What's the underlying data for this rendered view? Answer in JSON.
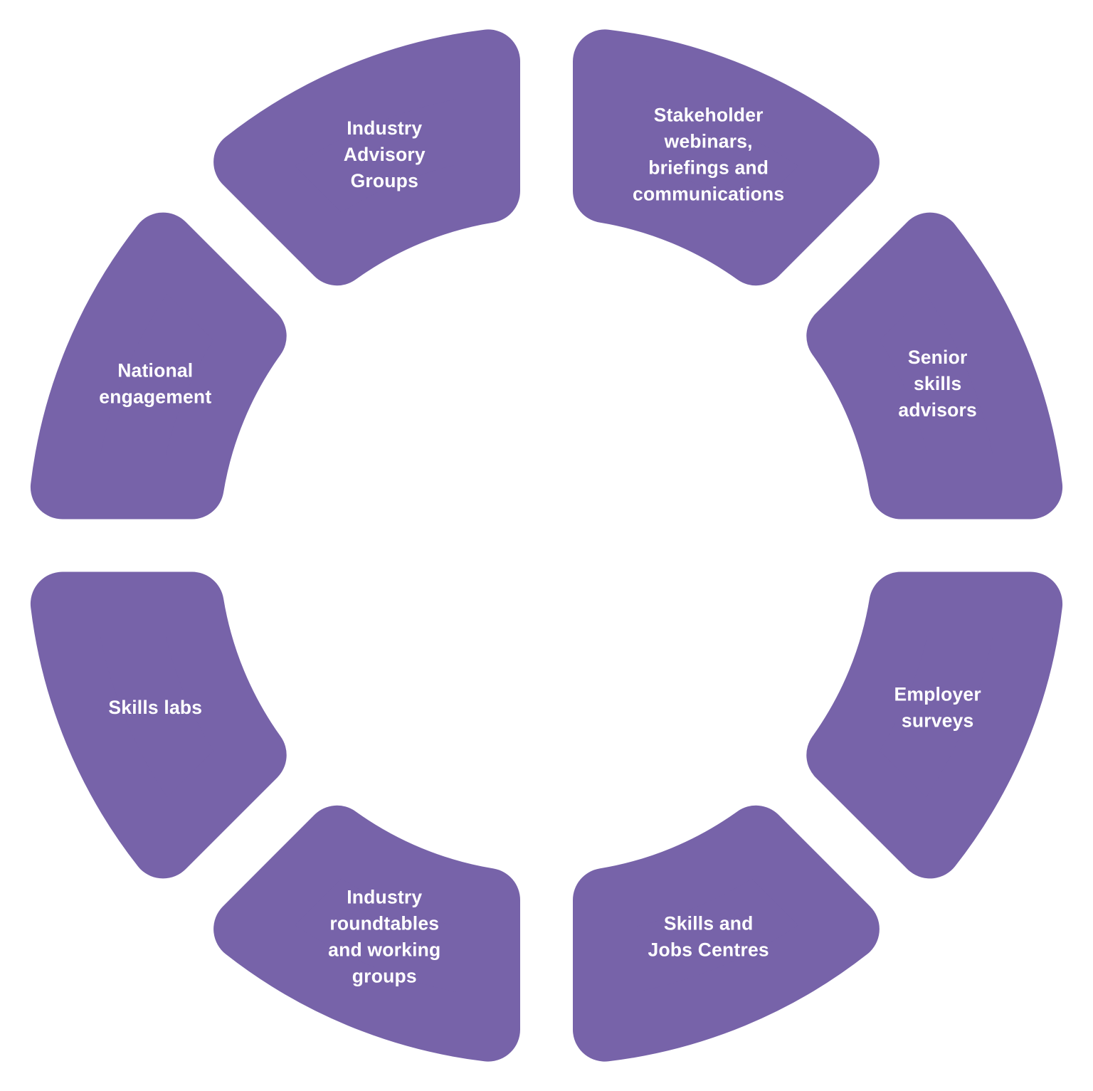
{
  "diagram": {
    "type": "cycle-ring",
    "background_color": "#ffffff",
    "segment_color": "#7763A9",
    "label_color": "#ffffff",
    "segments": [
      {
        "id": "stakeholder-webinars",
        "label": "Stakeholder webinars, briefings and communications",
        "lines": [
          "Stakeholder",
          "webinars,",
          "briefings and",
          "communications"
        ]
      },
      {
        "id": "senior-skills-advisors",
        "label": "Senior skills advisors",
        "lines": [
          "Senior",
          "skills",
          "advisors"
        ]
      },
      {
        "id": "employer-surveys",
        "label": "Employer surveys",
        "lines": [
          "Employer",
          "surveys"
        ]
      },
      {
        "id": "skills-and-jobs-centres",
        "label": "Skills and Jobs Centres",
        "lines": [
          "Skills and",
          "Jobs Centres"
        ]
      },
      {
        "id": "industry-roundtables",
        "label": "Industry roundtables and working groups",
        "lines": [
          "Industry",
          "roundtables",
          "and working",
          "groups"
        ]
      },
      {
        "id": "skills-labs",
        "label": "Skills labs",
        "lines": [
          "Skills labs"
        ]
      },
      {
        "id": "national-engagement",
        "label": "National engagement",
        "lines": [
          "National",
          "engagement"
        ]
      },
      {
        "id": "industry-advisory-groups",
        "label": "Industry Advisory Groups",
        "lines": [
          "Industry",
          "Advisory",
          "Groups"
        ]
      }
    ]
  }
}
